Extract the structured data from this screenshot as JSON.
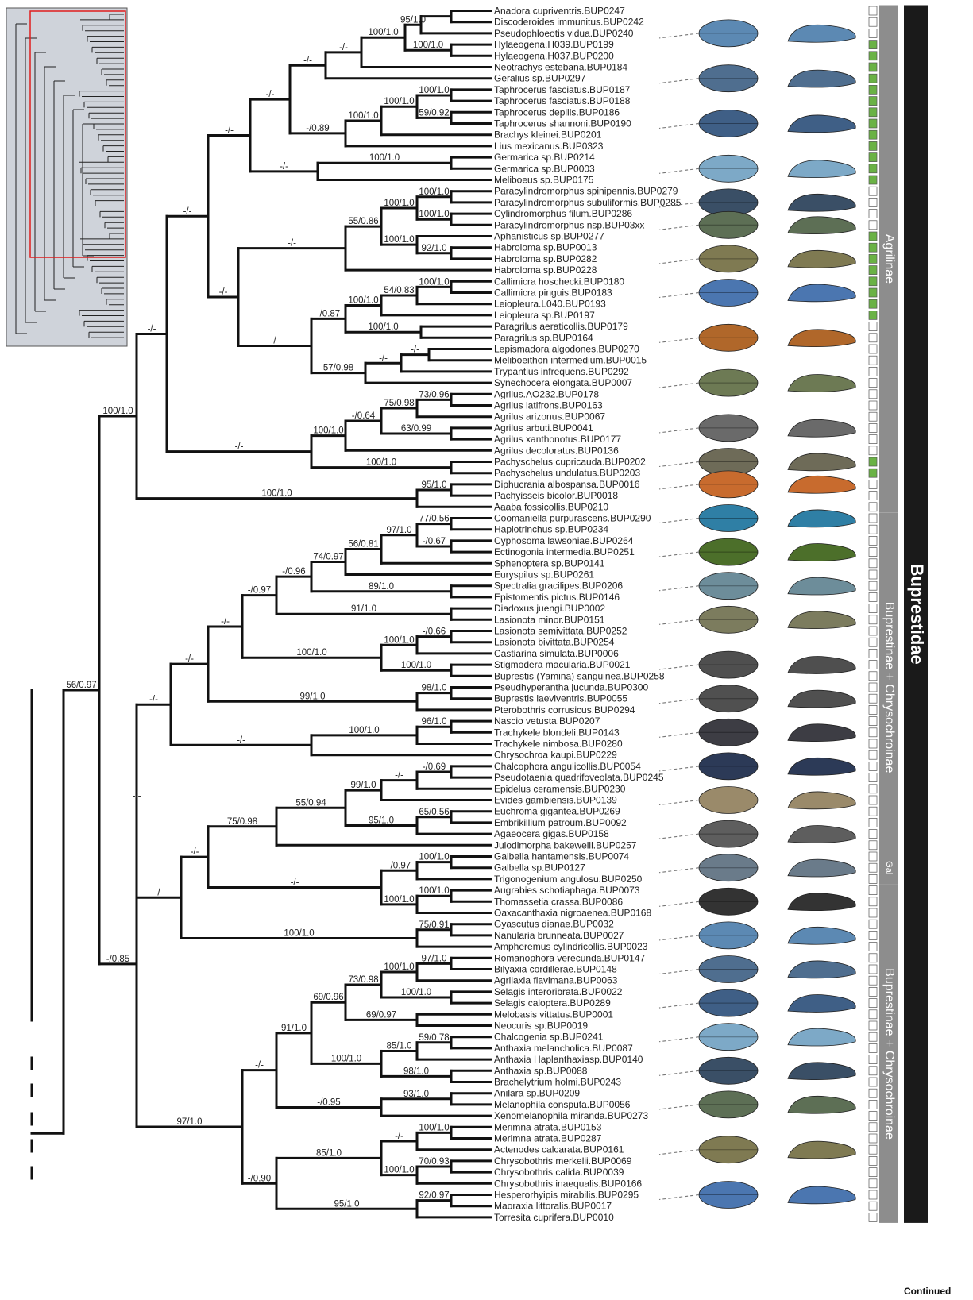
{
  "family_label": "Buprestidae",
  "footer_label": "Continued",
  "subfamily_labels": [
    {
      "text": "Agrilinae"
    },
    {
      "text": "Buprestinae + Chrysochroinae"
    },
    {
      "text": "Gal"
    },
    {
      "text": "Buprestinae + Chrysochroinae"
    }
  ],
  "colors": {
    "green_box": "#6ab245",
    "panel_gray": "#8d8d8d",
    "family_bar": "#1a1a1a",
    "inset_box": "#e11c1c",
    "inset_bg": "#cfd3da"
  },
  "taxa": [
    "Anadora cupriventris.BUP0247",
    "Discoderoides immunitus.BUP0242",
    "Pseudophloeotis vidua.BUP0240",
    "Hylaeogena.H039.BUP0199",
    "Hylaeogena.H037.BUP0200",
    "Neotrachys estebana.BUP0184",
    "Geralius sp.BUP0297",
    "Taphrocerus fasciatus.BUP0187",
    "Taphrocerus fasciatus.BUP0188",
    "Taphrocerus depilis.BUP0186",
    "Taphrocerus shannoni.BUP0190",
    "Brachys kleinei.BUP0201",
    "Lius mexicanus.BUP0323",
    "Germarica sp.BUP0214",
    "Germarica sp.BUP0003",
    "Meliboeus sp.BUP0175",
    "Paracylindromorphus spinipennis.BUP0279",
    "Paracylindromorphus subuliformis.BUP0285",
    "Cylindromorphus filum.BUP0286",
    "Paracylindromorphus nsp.BUP03xx",
    "Aphanisticus sp.BUP0277",
    "Habroloma sp.BUP0013",
    "Habroloma sp.BUP0282",
    "Habroloma sp.BUP0228",
    "Callimicra hoschecki.BUP0180",
    "Callimicra pinguis.BUP0183",
    "Leiopleura.L040.BUP0193",
    "Leiopleura sp.BUP0197",
    "Paragrilus aeraticollis.BUP0179",
    "Paragrilus sp.BUP0164",
    "Lepismadora algodones.BUP0270",
    "Meliboeithon intermedium.BUP0015",
    "Trypantius infrequens.BUP0292",
    "Synechocera elongata.BUP0007",
    "Agrilus.AO232.BUP0178",
    "Agrilus latifrons.BUP0163",
    "Agrilus arizonus.BUP0067",
    "Agrilus arbuti.BUP0041",
    "Agrilus xanthonotus.BUP0177",
    "Agrilus decoloratus.BUP0136",
    "Pachyschelus cupricauda.BUP0202",
    "Pachyschelus undulatus.BUP0203",
    "Diphucrania albospansa.BUP0016",
    "Pachyisseis bicolor.BUP0018",
    "Aaaba fossicollis.BUP0210",
    "Coomaniella purpurascens.BUP0290",
    "Haplotrinchus sp.BUP0234",
    "Cyphosoma lawsoniae.BUP0264",
    "Ectinogonia intermedia.BUP0251",
    "Sphenoptera sp.BUP0141",
    "Euryspilus sp.BUP0261",
    "Spectralia gracilipes.BUP0206",
    "Epistomentis pictus.BUP0146",
    "Diadoxus juengi.BUP0002",
    "Lasionota minor.BUP0151",
    "Lasionota semivittata.BUP0252",
    "Lasionota bivittata.BUP0254",
    "Castiarina simulata.BUP0006",
    "Stigmodera macularia.BUP0021",
    "Buprestis (Yamina) sanguinea.BUP0258",
    "Pseudhyperantha jucunda.BUP0300",
    "Buprestis laeviventris.BUP0055",
    "Pterobothris corrusicus.BUP0294",
    "Nascio vetusta.BUP0207",
    "Trachykele blondeli.BUP0143",
    "Trachykele nimbosa.BUP0280",
    "Chrysochroa kaupi.BUP0229",
    "Chalcophora angulicollis.BUP0054",
    "Pseudotaenia quadrifoveolata.BUP0245",
    "Epidelus ceramensis.BUP0230",
    "Evides gambiensis.BUP0139",
    "Euchroma gigantea.BUP0269",
    "Embrikillium patroum.BUP0092",
    "Agaeocera gigas.BUP0158",
    "Julodimorpha bakewelli.BUP0257",
    "Galbella hantamensis.BUP0074",
    "Galbella sp.BUP0127",
    "Trigonogenium angulosu.BUP0250",
    "Augrabies schotiaphaga.BUP0073",
    "Thomassetia crassa.BUP0086",
    "Oaxacanthaxia nigroaenea.BUP0168",
    "Gyascutus dianae.BUP0032",
    "Nanularia brunneata.BUP0027",
    "Ampheremus cylindricollis.BUP0023",
    "Romanophora verecunda.BUP0147",
    "Bilyaxia cordillerae.BUP0148",
    "Agrilaxia flavimana.BUP0063",
    "Selagis interoribrata.BUP0022",
    "Selagis caloptera.BUP0289",
    "Melobasis vittatus.BUP0001",
    "Neocuris sp.BUP0019",
    "Chalcogenia sp.BUP0241",
    "Anthaxia melancholica.BUP0087",
    "Anthaxia Haplanthaxiasp.BUP0140",
    "Anthaxia sp.BUP0088",
    "Brachelytrium holmi.BUP0243",
    "Anilara sp.BUP0209",
    "Melanophila consputa.BUP0056",
    "Xenomelanophila miranda.BUP0273",
    "Merimna atrata.BUP0153",
    "Merimna atrata.BUP0287",
    "Actenodes calcarata.BUP0161",
    "Chrysobothris merkelii.BUP0069",
    "Chrysobothris calida.BUP0039",
    "Chrysobothris inaequalis.BUP0166",
    "Hesperorhyipis mirabilis.BUP0295",
    "Maoraxia littoralis.BUP0017",
    "Torresita cuprifera.BUP0010"
  ],
  "support_labels": [
    {
      "id": "n2",
      "text": "95/1.0"
    },
    {
      "id": "n3",
      "text": "100/1.0"
    },
    {
      "id": "n4",
      "text": "100/1.0"
    },
    {
      "id": "n5",
      "text": "-/-"
    },
    {
      "id": "n6",
      "text": "-/-"
    },
    {
      "id": "n7",
      "text": "-/-"
    },
    {
      "id": "n8",
      "text": "100/1.0"
    },
    {
      "id": "n9",
      "text": "59/0.92"
    },
    {
      "id": "n10",
      "text": "100/1.0"
    },
    {
      "id": "n11",
      "text": "100/1.0"
    },
    {
      "id": "n12",
      "text": "-/0.89"
    },
    {
      "id": "n13",
      "text": "-/-"
    },
    {
      "id": "n14",
      "text": "100/1.0"
    },
    {
      "id": "n15",
      "text": "-/-"
    },
    {
      "id": "n16",
      "text": "-/-"
    },
    {
      "id": "n17",
      "text": "100/1.0"
    },
    {
      "id": "n18",
      "text": "100/1.0"
    },
    {
      "id": "n19",
      "text": "100/1.0"
    },
    {
      "id": "n20",
      "text": "92/1.0"
    },
    {
      "id": "n21",
      "text": "100/1.0"
    },
    {
      "id": "n22",
      "text": "55/0.86"
    },
    {
      "id": "n23",
      "text": "-/-"
    },
    {
      "id": "n24",
      "text": "100/1.0"
    },
    {
      "id": "n25",
      "text": "54/0.83"
    },
    {
      "id": "n26",
      "text": "100/1.0"
    },
    {
      "id": "n27",
      "text": "100/1.0"
    },
    {
      "id": "n28",
      "text": "-/0.87"
    },
    {
      "id": "n29",
      "text": "-/-"
    },
    {
      "id": "n30",
      "text": "-/-"
    },
    {
      "id": "n31",
      "text": "57/0.98"
    },
    {
      "id": "n32",
      "text": "-/-"
    },
    {
      "id": "n33",
      "text": "-/-"
    },
    {
      "id": "n34",
      "text": "73/0.96"
    },
    {
      "id": "n35",
      "text": "75/0.98"
    },
    {
      "id": "n36",
      "text": "63/0.99"
    },
    {
      "id": "n37",
      "text": "-/0.64"
    },
    {
      "id": "n38",
      "text": "100/1.0"
    },
    {
      "id": "n39",
      "text": "100/1.0"
    },
    {
      "id": "n40",
      "text": "-/-"
    },
    {
      "id": "n41",
      "text": "-/-"
    },
    {
      "id": "n42",
      "text": "95/1.0"
    },
    {
      "id": "n43",
      "text": "100/1.0"
    },
    {
      "id": "n44",
      "text": "100/1.0"
    },
    {
      "id": "n45",
      "text": "77/0.56"
    },
    {
      "id": "n46",
      "text": "-/0.67"
    },
    {
      "id": "n47",
      "text": "97/1.0"
    },
    {
      "id": "n48",
      "text": "56/0.81"
    },
    {
      "id": "n49",
      "text": "74/0.97"
    },
    {
      "id": "n50",
      "text": "89/1.0"
    },
    {
      "id": "n51",
      "text": "-/0.96"
    },
    {
      "id": "n52",
      "text": "91/1.0"
    },
    {
      "id": "n53",
      "text": "-/0.97"
    },
    {
      "id": "n54",
      "text": "-/0.66"
    },
    {
      "id": "n55",
      "text": "100/1.0"
    },
    {
      "id": "n56",
      "text": "100/1.0"
    },
    {
      "id": "n57",
      "text": "100/1.0"
    },
    {
      "id": "n58",
      "text": "-/-"
    },
    {
      "id": "n59",
      "text": "98/1.0"
    },
    {
      "id": "n60",
      "text": "99/1.0"
    },
    {
      "id": "n61",
      "text": "-/-"
    },
    {
      "id": "n62",
      "text": "96/1.0"
    },
    {
      "id": "n63",
      "text": "100/1.0"
    },
    {
      "id": "n64",
      "text": "-/-"
    },
    {
      "id": "n65",
      "text": "-/-"
    },
    {
      "id": "n66",
      "text": "-/0.69"
    },
    {
      "id": "n67",
      "text": "-/-"
    },
    {
      "id": "n68",
      "text": "99/1.0"
    },
    {
      "id": "n69",
      "text": "65/0.56"
    },
    {
      "id": "n70",
      "text": "95/1.0"
    },
    {
      "id": "n71",
      "text": "55/0.94"
    },
    {
      "id": "n72",
      "text": "75/0.98"
    },
    {
      "id": "n73",
      "text": "100/1.0"
    },
    {
      "id": "n74",
      "text": "-/0.97"
    },
    {
      "id": "n75",
      "text": "100/1.0"
    },
    {
      "id": "n76",
      "text": "100/1.0"
    },
    {
      "id": "n77",
      "text": "-/-"
    },
    {
      "id": "n78",
      "text": "-/-"
    },
    {
      "id": "n79",
      "text": "75/0.91"
    },
    {
      "id": "n80",
      "text": "100/1.0"
    },
    {
      "id": "n81",
      "text": "-/-"
    },
    {
      "id": "n82",
      "text": "-/-"
    },
    {
      "id": "n83",
      "text": "97/1.0"
    },
    {
      "id": "n84",
      "text": "100/1.0"
    },
    {
      "id": "n85",
      "text": "100/1.0"
    },
    {
      "id": "n86",
      "text": "73/0.98"
    },
    {
      "id": "n87",
      "text": "69/0.97"
    },
    {
      "id": "n88",
      "text": "69/0.96"
    },
    {
      "id": "n89",
      "text": "59/0.78"
    },
    {
      "id": "n90",
      "text": "85/1.0"
    },
    {
      "id": "n91",
      "text": "98/1.0"
    },
    {
      "id": "n92",
      "text": "100/1.0"
    },
    {
      "id": "n93",
      "text": "91/1.0"
    },
    {
      "id": "n94",
      "text": "93/1.0"
    },
    {
      "id": "n95",
      "text": "-/0.95"
    },
    {
      "id": "n96",
      "text": "-/-"
    },
    {
      "id": "n97",
      "text": "100/1.0"
    },
    {
      "id": "n98",
      "text": "-/-"
    },
    {
      "id": "n99",
      "text": "70/0.93"
    },
    {
      "id": "n100",
      "text": "100/1.0"
    },
    {
      "id": "n101",
      "text": "85/1.0"
    },
    {
      "id": "n102",
      "text": "92/0.97"
    },
    {
      "id": "n103",
      "text": "95/1.0"
    },
    {
      "id": "n104",
      "text": "-/0.90"
    },
    {
      "id": "n105",
      "text": "97/1.0"
    },
    {
      "id": "n106",
      "text": "-/0.85"
    },
    {
      "id": "n107",
      "text": "56/0.97"
    }
  ],
  "green_marked_rows": [
    3,
    4,
    5,
    6,
    7,
    8,
    9,
    10,
    11,
    12,
    13,
    14,
    15,
    20,
    21,
    22,
    23,
    24,
    25,
    26,
    27,
    40,
    41
  ],
  "beetle_image_rows": [
    2,
    6,
    10,
    14,
    17,
    19,
    22,
    25,
    29,
    33,
    37,
    40,
    42,
    45,
    48,
    51,
    54,
    58,
    61,
    64,
    67,
    70,
    73,
    76,
    79,
    82,
    85,
    88,
    91,
    94,
    97,
    101,
    105
  ]
}
